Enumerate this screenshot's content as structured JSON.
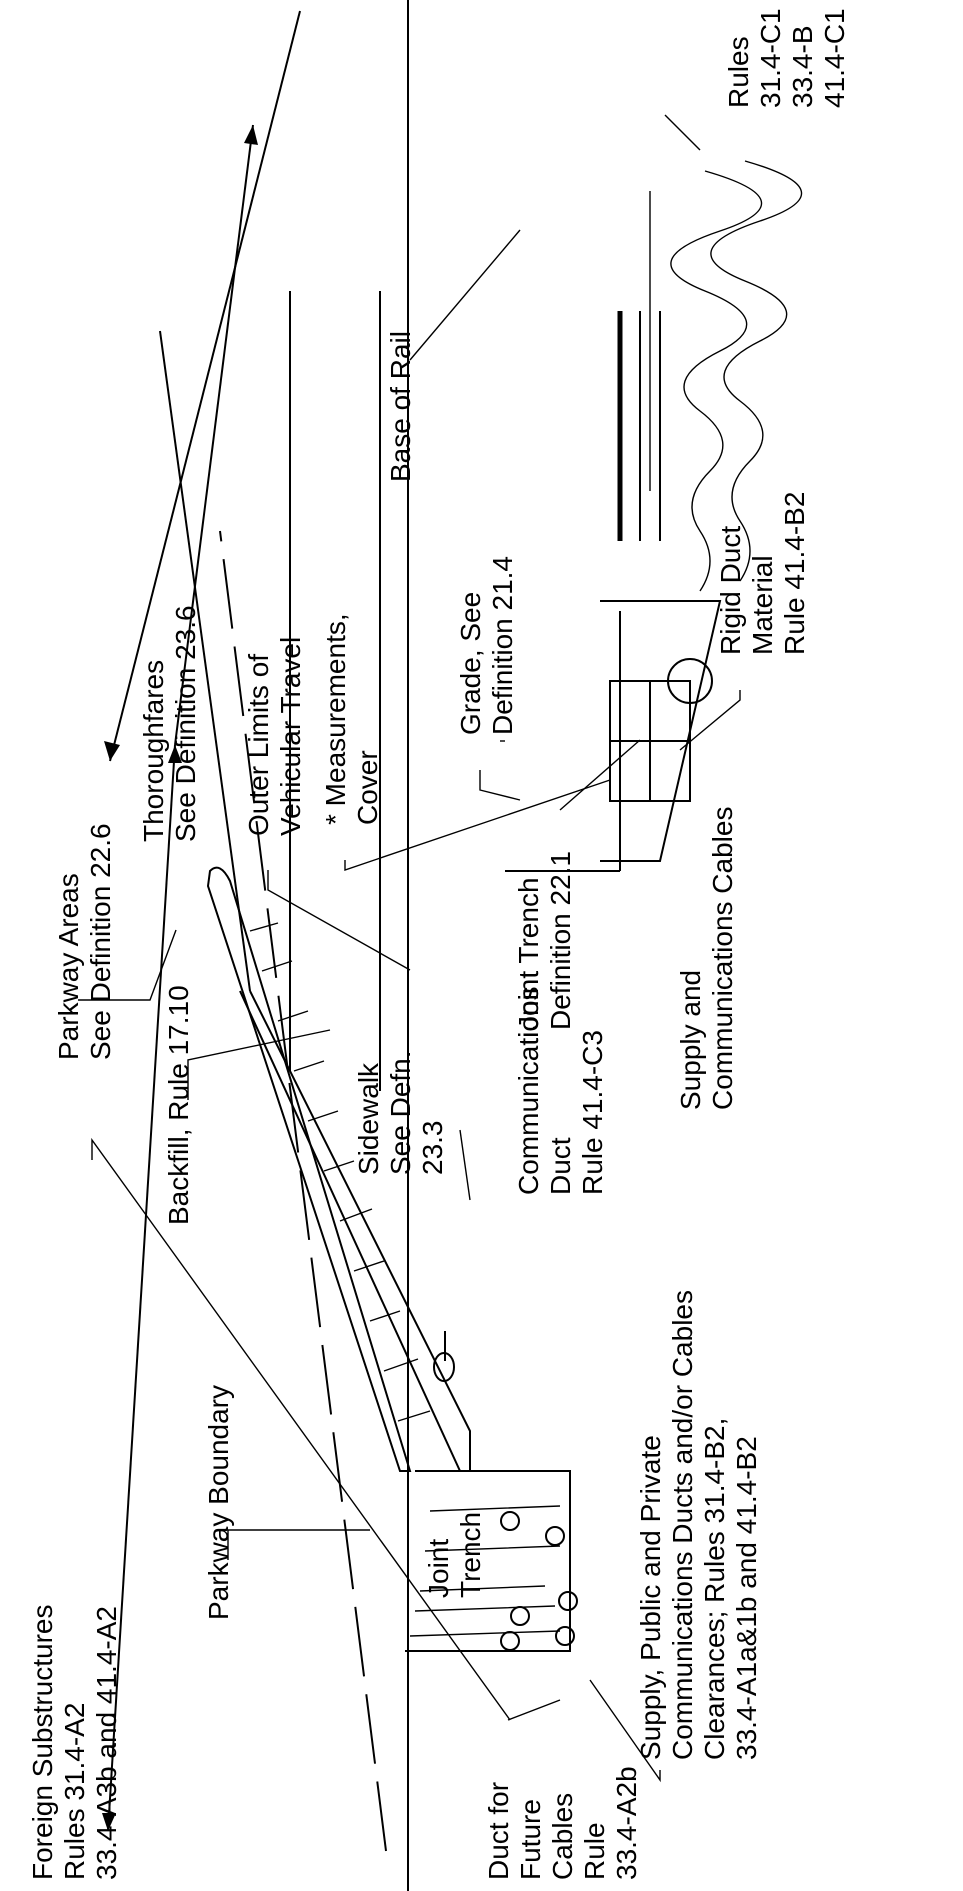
{
  "labels": {
    "foreign_substructures": [
      "Foreign Substructures",
      "Rules 31.4-A2",
      "33.4-A3b and 41.4-A2"
    ],
    "parkway_boundary": [
      "Parkway Boundary"
    ],
    "backfill": [
      "Backfill, Rule 17.10"
    ],
    "parkway_areas": [
      "Parkway Areas",
      "See Definition 22.6"
    ],
    "thoroughfares": [
      "Thoroughfares",
      "See Definition 23.6"
    ],
    "outer_limits": [
      "Outer Limits of",
      "Vehicular Travel"
    ],
    "measurements_cover": [
      "* Measurements,",
      "Cover"
    ],
    "grade": [
      "Grade, See",
      "Definition 21.4"
    ],
    "base_of_rail": [
      "Base of Rail"
    ],
    "rules_rail": [
      "Rules",
      "31.4-C1",
      "33.4-B",
      "41.4-C1"
    ],
    "rigid_duct": [
      "Rigid Duct",
      "Material",
      "Rule 41.4-B2"
    ],
    "supply_comm_cables": [
      "Supply and",
      "Communications Cables"
    ],
    "joint_trench_def": [
      "Joint Trench",
      "Definition 22.1"
    ],
    "sidewalk": [
      "Sidewalk",
      "See Defn.",
      "23.3"
    ],
    "comm_duct": [
      "Communications",
      "Duct",
      "Rule 41.4-C3"
    ],
    "joint_trench": [
      "Joint",
      "Trench"
    ],
    "supply_public_private": [
      "Supply, Public and Private",
      "Communications Ducts and/or Cables",
      "Clearances; Rules 31.4-B2,",
      "33.4-A1a&1b and 41.4-B2"
    ],
    "duct_future": [
      "Duct for",
      "Future",
      "Cables",
      "Rule",
      "33.4-A2b"
    ]
  }
}
